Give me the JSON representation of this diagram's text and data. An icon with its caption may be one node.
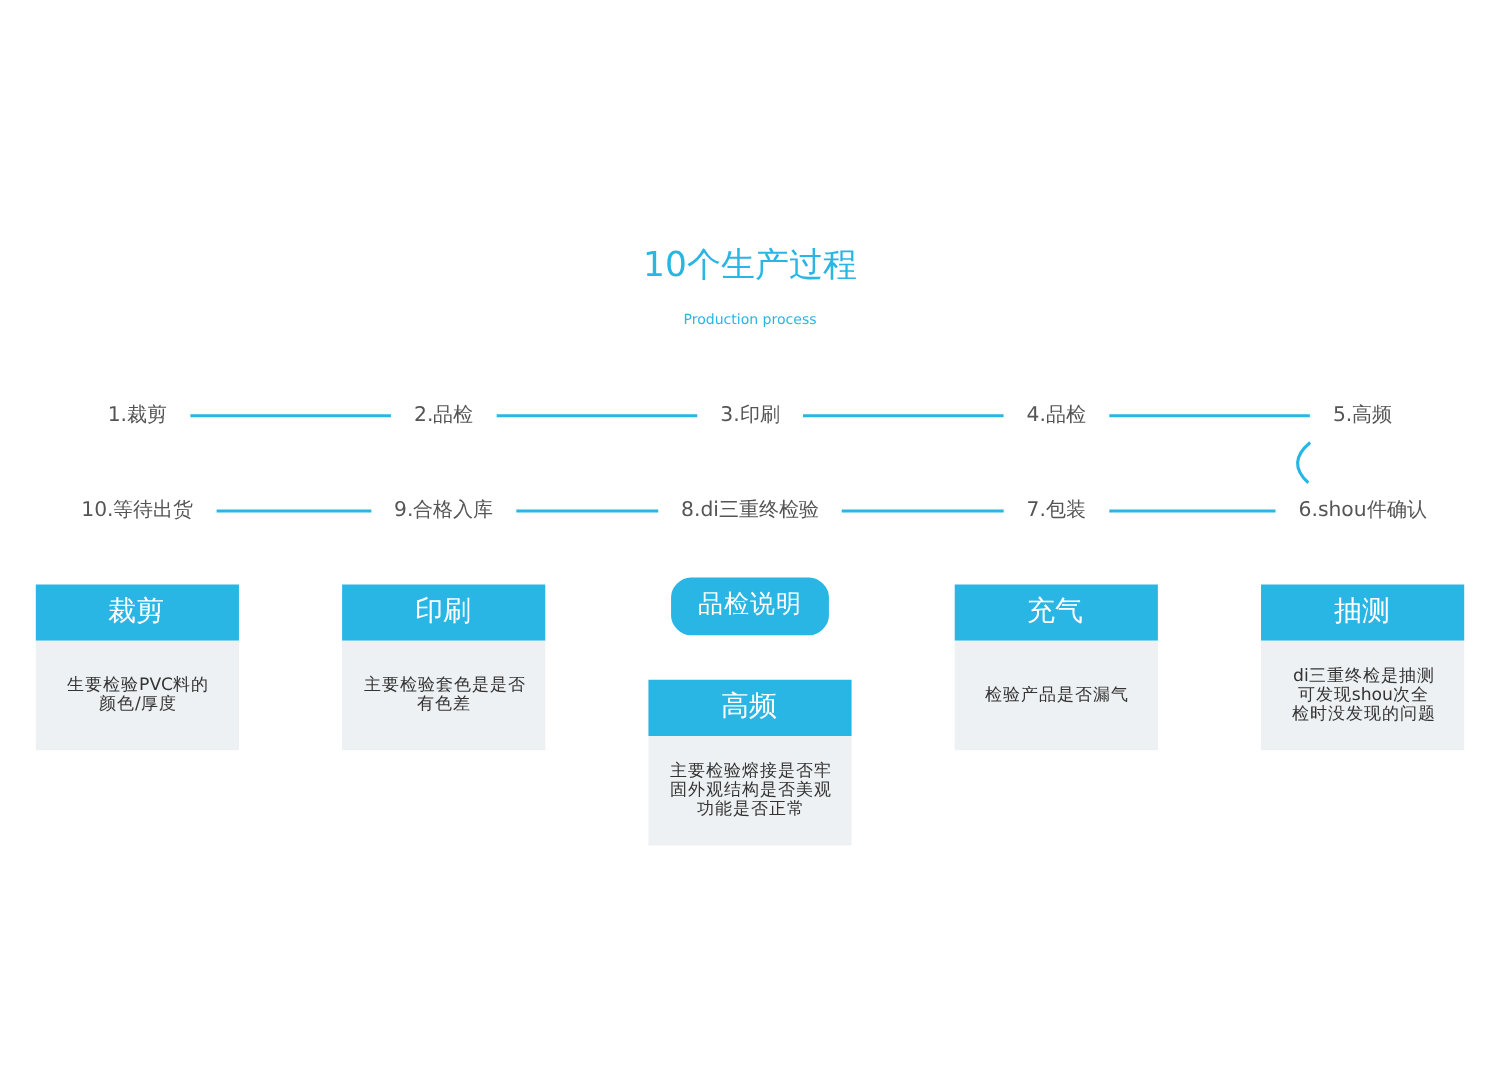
{
  "diagram": {
    "title": "10个生产过程",
    "nodes": [
      {
        "text": [
          "1.裁剪"
        ]
      },
      {
        "text": [
          "2.品检"
        ]
      },
      {
        "text": [
          "3.印刷"
        ]
      },
      {
        "text": [
          "4.品检"
        ]
      },
      {
        "text": [
          "5.高频"
        ]
      },
      {
        "text": [
          "10.等待出货"
        ]
      },
      {
        "text": [
          "9.合格入库"
        ]
      },
      {
        "text": [
          "8.di三重终检验"
        ]
      },
      {
        "text": [
          "7.包装"
        ]
      },
      {
        "text": [
          "6.shou件确认"
        ]
      },
      {
        "text": [
          "品检说明"
        ]
      },
      {
        "text": [
          "裁剪",
          "生要检验PVC料的颜色/厚度"
        ]
      },
      {
        "text": [
          "印刷",
          "主要检验套色是是否有色差"
        ]
      },
      {
        "text": [
          "高频",
          "主要检验熔接是否牢固外观结构是否美观功能是否正常"
        ]
      },
      {
        "text": [
          "充气",
          "检验产品是否漏气"
        ]
      },
      {
        "text": [
          "抽测",
          "di三重终检是抽测可发现shou次全检时没发现的问题"
        ]
      }
    ],
    "edges": [
      {
        "from": 0,
        "to": 1,
        "arrow": "none"
      },
      {
        "from": 1,
        "to": 2,
        "arrow": "none"
      },
      {
        "from": 2,
        "to": 3,
        "arrow": "none"
      },
      {
        "from": 3,
        "to": 4,
        "arrow": "none"
      },
      {
        "from": 4,
        "to": 9,
        "arrow": "none"
      },
      {
        "from": 9,
        "to": 8,
        "arrow": "none"
      },
      {
        "from": 8,
        "to": 7,
        "arrow": "none"
      },
      {
        "from": 7,
        "to": 6,
        "arrow": "none"
      },
      {
        "from": 6,
        "to": 5,
        "arrow": "none"
      }
    ],
    "labels": [
      "Production process"
    ]
  }
}
